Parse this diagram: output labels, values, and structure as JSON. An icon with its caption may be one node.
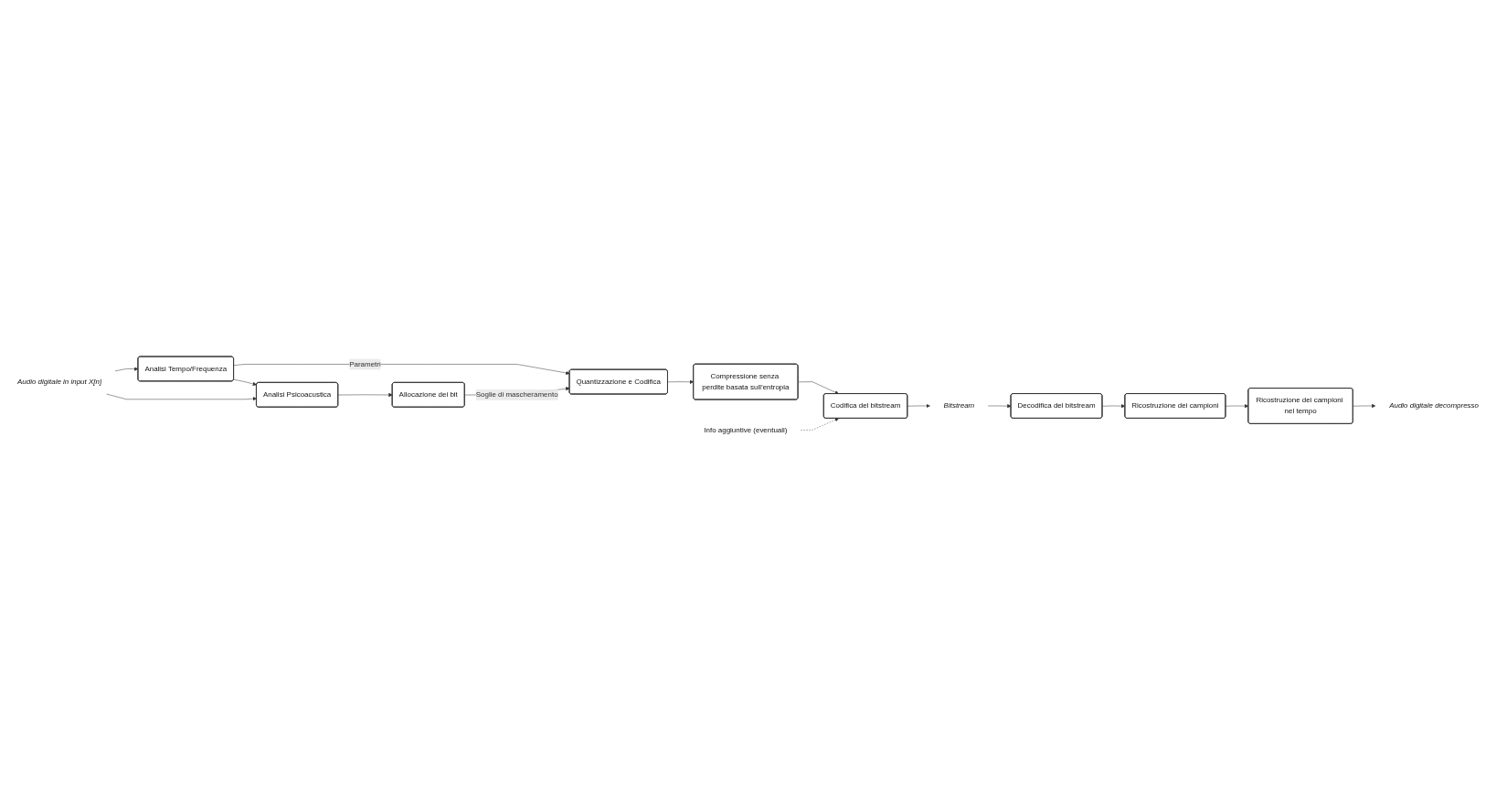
{
  "diagram": {
    "nodes": [
      {
        "text": [
          "Audio digitale in input X[n]"
        ]
      },
      {
        "text": [
          "Analisi Tempo/Frequenza"
        ]
      },
      {
        "text": [
          "Quantizzazione e Codifica"
        ]
      },
      {
        "text": [
          "Analisi Psicoacustica"
        ]
      },
      {
        "text": [
          "Allocazione dei bit"
        ]
      },
      {
        "text": [
          "Compressione senza perdite basata sull’entropia"
        ]
      },
      {
        "text": [
          "Info aggiuntive (eventuali)"
        ]
      },
      {
        "text": [
          "Codifica del bitstream"
        ]
      },
      {
        "text": [
          "Bitstream"
        ]
      },
      {
        "text": [
          "Decodifica del bitstream"
        ]
      },
      {
        "text": [
          "Ricostruzione dei campioni"
        ]
      },
      {
        "text": [
          "Ricostruzione dei campioni nel tempo"
        ]
      },
      {
        "text": [
          "Audio digitale decompresso"
        ]
      }
    ],
    "edges": [
      {
        "from": 0,
        "to": 1,
        "arrow": "to"
      },
      {
        "from": 0,
        "to": 3,
        "arrow": "to"
      },
      {
        "from": 1,
        "to": 2,
        "arrow": "to",
        "label": "Parametri"
      },
      {
        "from": 1,
        "to": 3,
        "arrow": "to"
      },
      {
        "from": 3,
        "to": 4,
        "arrow": "to"
      },
      {
        "from": 4,
        "to": 2,
        "arrow": "to",
        "label": "Soglie di mascheramento"
      },
      {
        "from": 2,
        "to": 5,
        "arrow": "to"
      },
      {
        "from": 5,
        "to": 7,
        "arrow": "to"
      },
      {
        "from": 6,
        "to": 7,
        "arrow": "to",
        "style": "dashed"
      },
      {
        "from": 7,
        "to": 8,
        "arrow": "to"
      },
      {
        "from": 8,
        "to": 9,
        "arrow": "to"
      },
      {
        "from": 9,
        "to": 10,
        "arrow": "to"
      },
      {
        "from": 10,
        "to": 11,
        "arrow": "to"
      },
      {
        "from": 11,
        "to": 12,
        "arrow": "to"
      }
    ]
  }
}
